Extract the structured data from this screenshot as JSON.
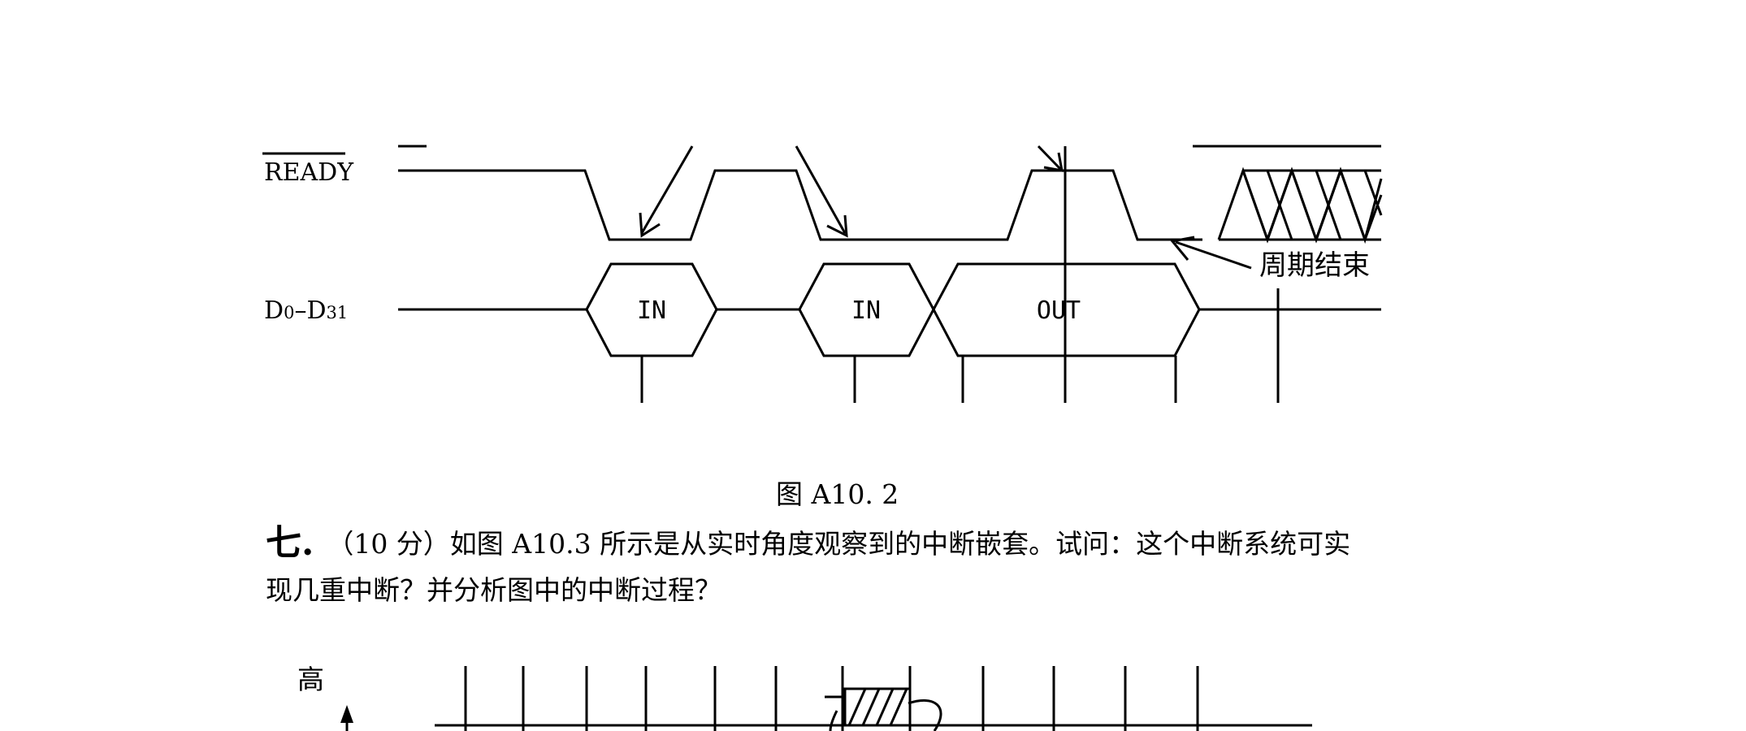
{
  "timing_diagram": {
    "ready_label": "READY",
    "data_label_prefix": "D",
    "data_label_sub_start": "0",
    "data_label_mid": "–D",
    "data_label_sub_end": "31",
    "bus_cycles": [
      "IN",
      "IN",
      "OUT"
    ],
    "cycle_end_label": "周期结束"
  },
  "figure_caption": "图 A10. 2",
  "question": {
    "number": "七.",
    "text_line1": "（10 分）如图 A10.3 所示是从实时角度观察到的中断嵌套。试问：这个中断系统可实",
    "text_line2": "现几重中断？并分析图中的中断过程？"
  },
  "second_figure": {
    "y_axis_label": "高"
  }
}
